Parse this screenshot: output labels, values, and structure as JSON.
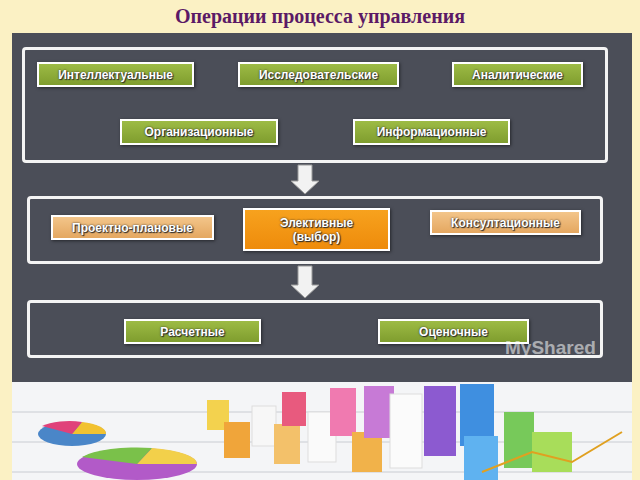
{
  "diagram": {
    "title": "Операции процесса управления",
    "nodes": [
      {
        "text": []
      },
      {
        "text": [
          "Интеллектуальные"
        ],
        "in": 0
      },
      {
        "text": [
          "Исследовательские"
        ],
        "in": 0
      },
      {
        "text": [
          "Аналитические"
        ],
        "in": 0
      },
      {
        "text": [
          "Организационные"
        ],
        "in": 0
      },
      {
        "text": [
          "Информационные"
        ],
        "in": 0
      },
      {
        "text": []
      },
      {
        "text": [
          "Проектно-плановые"
        ],
        "in": 6
      },
      {
        "text": [
          "Элективные (выбор)"
        ],
        "in": 6
      },
      {
        "text": [
          "Консултационные"
        ],
        "in": 6
      },
      {
        "text": []
      },
      {
        "text": [
          "Расчетные"
        ],
        "in": 10
      },
      {
        "text": [
          "Оценочные"
        ],
        "in": 10
      }
    ],
    "edges": [
      {
        "from": 0,
        "to": 6,
        "arrow": "to"
      },
      {
        "from": 6,
        "to": 10,
        "arrow": "to"
      }
    ],
    "labels": [
      "MyShared"
    ]
  }
}
